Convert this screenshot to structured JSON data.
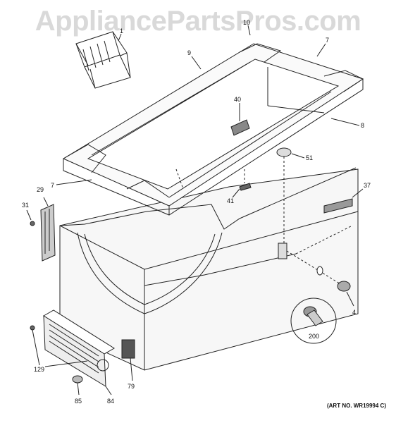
{
  "watermark": "AppliancePartsPros.com",
  "art_number": "(ART NO. WR19994 C)",
  "parts": [
    {
      "id": "p1",
      "label": "1"
    },
    {
      "id": "p10",
      "label": "10"
    },
    {
      "id": "p9",
      "label": "9"
    },
    {
      "id": "p7a",
      "label": "7"
    },
    {
      "id": "p40",
      "label": "40"
    },
    {
      "id": "p8",
      "label": "8"
    },
    {
      "id": "p51",
      "label": "51"
    },
    {
      "id": "p7b",
      "label": "7"
    },
    {
      "id": "p29",
      "label": "29"
    },
    {
      "id": "p31",
      "label": "31"
    },
    {
      "id": "p41",
      "label": "41"
    },
    {
      "id": "p37",
      "label": "37"
    },
    {
      "id": "p4",
      "label": "4"
    },
    {
      "id": "p200",
      "label": "200"
    },
    {
      "id": "p129",
      "label": "129"
    },
    {
      "id": "p79",
      "label": "79"
    },
    {
      "id": "p85",
      "label": "85"
    },
    {
      "id": "p84",
      "label": "84"
    }
  ]
}
